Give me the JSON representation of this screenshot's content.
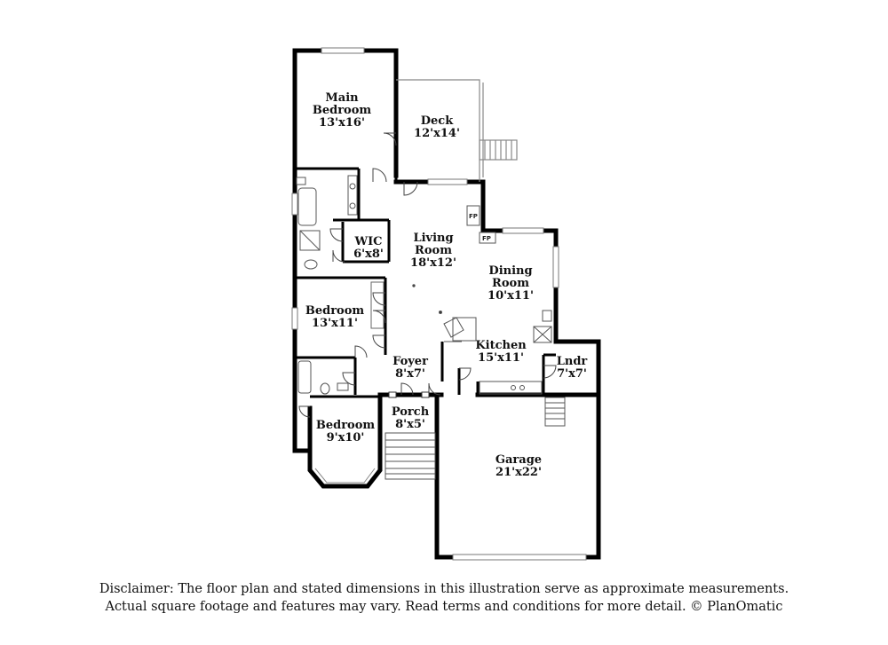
{
  "rooms": {
    "main_bedroom": {
      "name_line1": "Main",
      "name_line2": "Bedroom",
      "size": "13'x16'"
    },
    "deck": {
      "name": "Deck",
      "size": "12'x14'"
    },
    "wic": {
      "name": "WIC",
      "size": "6'x8'"
    },
    "living_room": {
      "name_line1": "Living",
      "name_line2": "Room",
      "size": "18'x12'"
    },
    "dining_room": {
      "name_line1": "Dining",
      "name_line2": "Room",
      "size": "10'x11'"
    },
    "bedroom_2": {
      "name": "Bedroom",
      "size": "13'x11'"
    },
    "kitchen": {
      "name": "Kitchen",
      "size": "15'x11'"
    },
    "foyer": {
      "name": "Foyer",
      "size": "8'x7'"
    },
    "laundry": {
      "name": "Lndr",
      "size": "7'x7'"
    },
    "porch": {
      "name": "Porch",
      "size": "8'x5'"
    },
    "bedroom_3": {
      "name": "Bedroom",
      "size": "9'x10'"
    },
    "garage": {
      "name": "Garage",
      "size": "21'x22'"
    }
  },
  "fireplace_labels": [
    "FP",
    "FP"
  ],
  "disclaimer": {
    "line1": "Disclaimer: The floor plan and stated dimensions in this illustration serve as approximate measurements.",
    "line2": "Actual square footage and features may vary. Read terms and conditions for more detail. © PlanOmatic"
  },
  "colors": {
    "wall": "#000000",
    "fixture": "#555555",
    "window": "#888888",
    "background": "#ffffff"
  }
}
